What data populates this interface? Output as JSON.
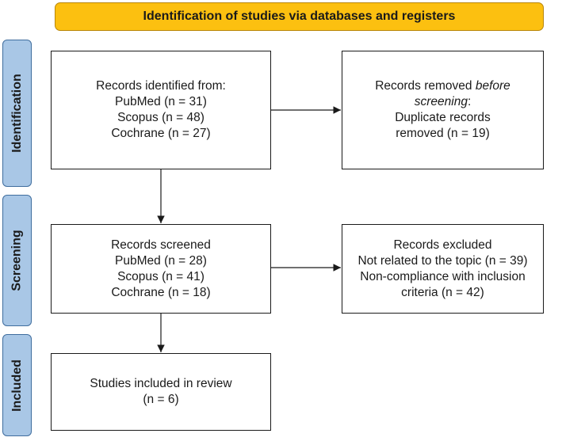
{
  "header": {
    "title": "Identification of studies via databases and registers"
  },
  "phases": {
    "identification": "Identification",
    "screening": "Screening",
    "included": "Included"
  },
  "boxes": {
    "identified": {
      "heading": "Records identified from:",
      "lines": [
        "PubMed (n = 31)",
        "Scopus (n = 48)",
        "Cochrane (n = 27)"
      ]
    },
    "removed": {
      "line1_prefix": "Records removed ",
      "line1_italic": "before",
      "line2_italic": "screening",
      "line2_suffix": ":",
      "lines": [
        "Duplicate records",
        "removed (n = 19)"
      ]
    },
    "screened": {
      "heading": "Records screened",
      "lines": [
        "PubMed (n = 28)",
        "Scopus (n = 41)",
        "Cochrane (n = 18)"
      ]
    },
    "excluded": {
      "heading": "Records excluded",
      "lines": [
        "Not related to the topic (n = 39)",
        "Non-compliance with inclusion",
        "criteria (n = 42)"
      ]
    },
    "included": {
      "heading": "Studies included in review",
      "lines": [
        "(n = 6)"
      ]
    }
  },
  "colors": {
    "header_fill": "#fcc010",
    "phase_fill": "#a9c7e6",
    "phase_border": "#3f6d9e",
    "line": "#1a1a1a"
  }
}
